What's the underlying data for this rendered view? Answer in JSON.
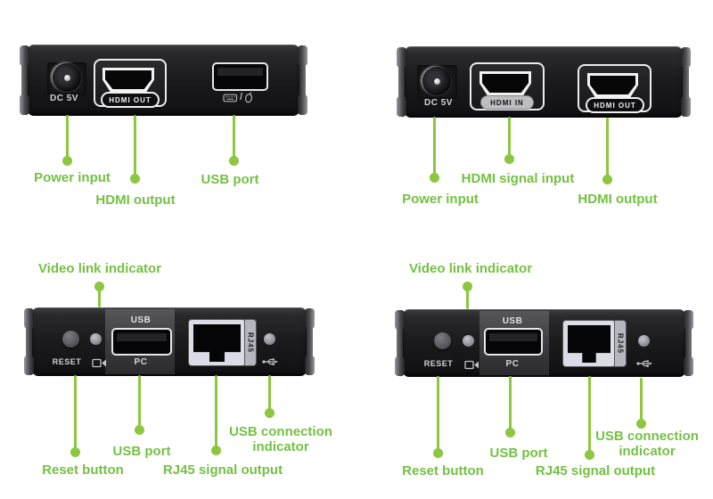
{
  "colors": {
    "background": "#ffffff",
    "label_green": "#74c044",
    "leader_green": "#8dc63f",
    "device_body": "#1b1b1d",
    "port_frame_white": "#ececee"
  },
  "panels": {
    "top_left": {
      "description": "receiver rear panel with power, HDMI out and USB port",
      "port_labels": {
        "power": "DC 5V",
        "hdmi_out": "HDMI OUT"
      },
      "icons": [
        "keyboard-icon",
        "mouse-icon"
      ],
      "usb_icon_separator": "/",
      "annotations": {
        "power": "Power input",
        "hdmi": "HDMI output",
        "usb": "USB port"
      }
    },
    "top_right": {
      "description": "transmitter rear panel with power, HDMI in and HDMI out",
      "port_labels": {
        "power": "DC 5V",
        "hdmi_in": "HDMI IN",
        "hdmi_out": "HDMI OUT"
      },
      "annotations": {
        "hdmi_in": "HDMI signal input",
        "power": "Power input",
        "hdmi_out": "HDMI output"
      }
    },
    "bottom_left": {
      "description": "front panel with reset, video link LED, USB PC port, RJ45 and USB LED",
      "port_labels": {
        "reset": "RESET",
        "usb_top": "USB",
        "usb_bottom": "PC",
        "rj45": "RJ45"
      },
      "icons": [
        "video-camera-icon",
        "usb-trident-icon"
      ],
      "annotations": {
        "video": "Video link indicator",
        "reset": "Reset button",
        "usb": "USB port",
        "rj45": "RJ45 signal output",
        "usb_conn_1": "USB connection",
        "usb_conn_2": "indicator"
      }
    },
    "bottom_right": {
      "description": "front panel with reset, video link LED, USB PC port, RJ45 and USB LED",
      "port_labels": {
        "reset": "RESET",
        "usb_top": "USB",
        "usb_bottom": "PC",
        "rj45": "RJ45"
      },
      "icons": [
        "video-camera-icon",
        "usb-trident-icon"
      ],
      "annotations": {
        "video": "Video link indicator",
        "reset": "Reset button",
        "usb": "USB port",
        "rj45": "RJ45 signal output",
        "usb_conn_1": "USB connection",
        "usb_conn_2": "indicator"
      }
    }
  }
}
